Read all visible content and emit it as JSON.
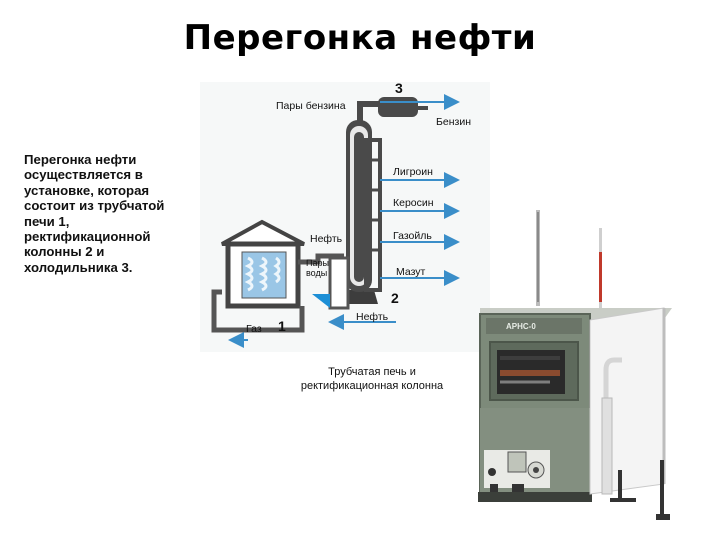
{
  "title": "Перегонка нефти",
  "description_lines": [
    "Перегонка нефти",
    "осуществляется в",
    "установке, которая",
    "состоит из трубчатой",
    "печи 1,",
    "ректификационной",
    "колонны 2 и",
    "холодильника 3."
  ],
  "diagram": {
    "labels": {
      "vapors_gasoline": "Пары бензина",
      "gasoline": "Бензин",
      "ligroin": "Лигроин",
      "kerosene": "Керосин",
      "gasoil": "Газойль",
      "mazut": "Мазут",
      "oil_in_furnace": "Нефть",
      "water_vapor_1": "Пары",
      "water_vapor_2": "воды",
      "gas": "Газ",
      "oil_feed": "Нефть",
      "num_1": "1",
      "num_2": "2",
      "num_3": "3"
    },
    "caption_line1": "Трубчатая печь и",
    "caption_line2": "ректификационная колонна"
  },
  "apparatus": {
    "panel_label": "АРНС-0"
  },
  "colors": {
    "arrow_blue": "#3a8ec9",
    "furnace_blue": "#9ac6e6",
    "water_blue": "#1d8fd6",
    "apparatus_green": "#7d8a7a"
  }
}
